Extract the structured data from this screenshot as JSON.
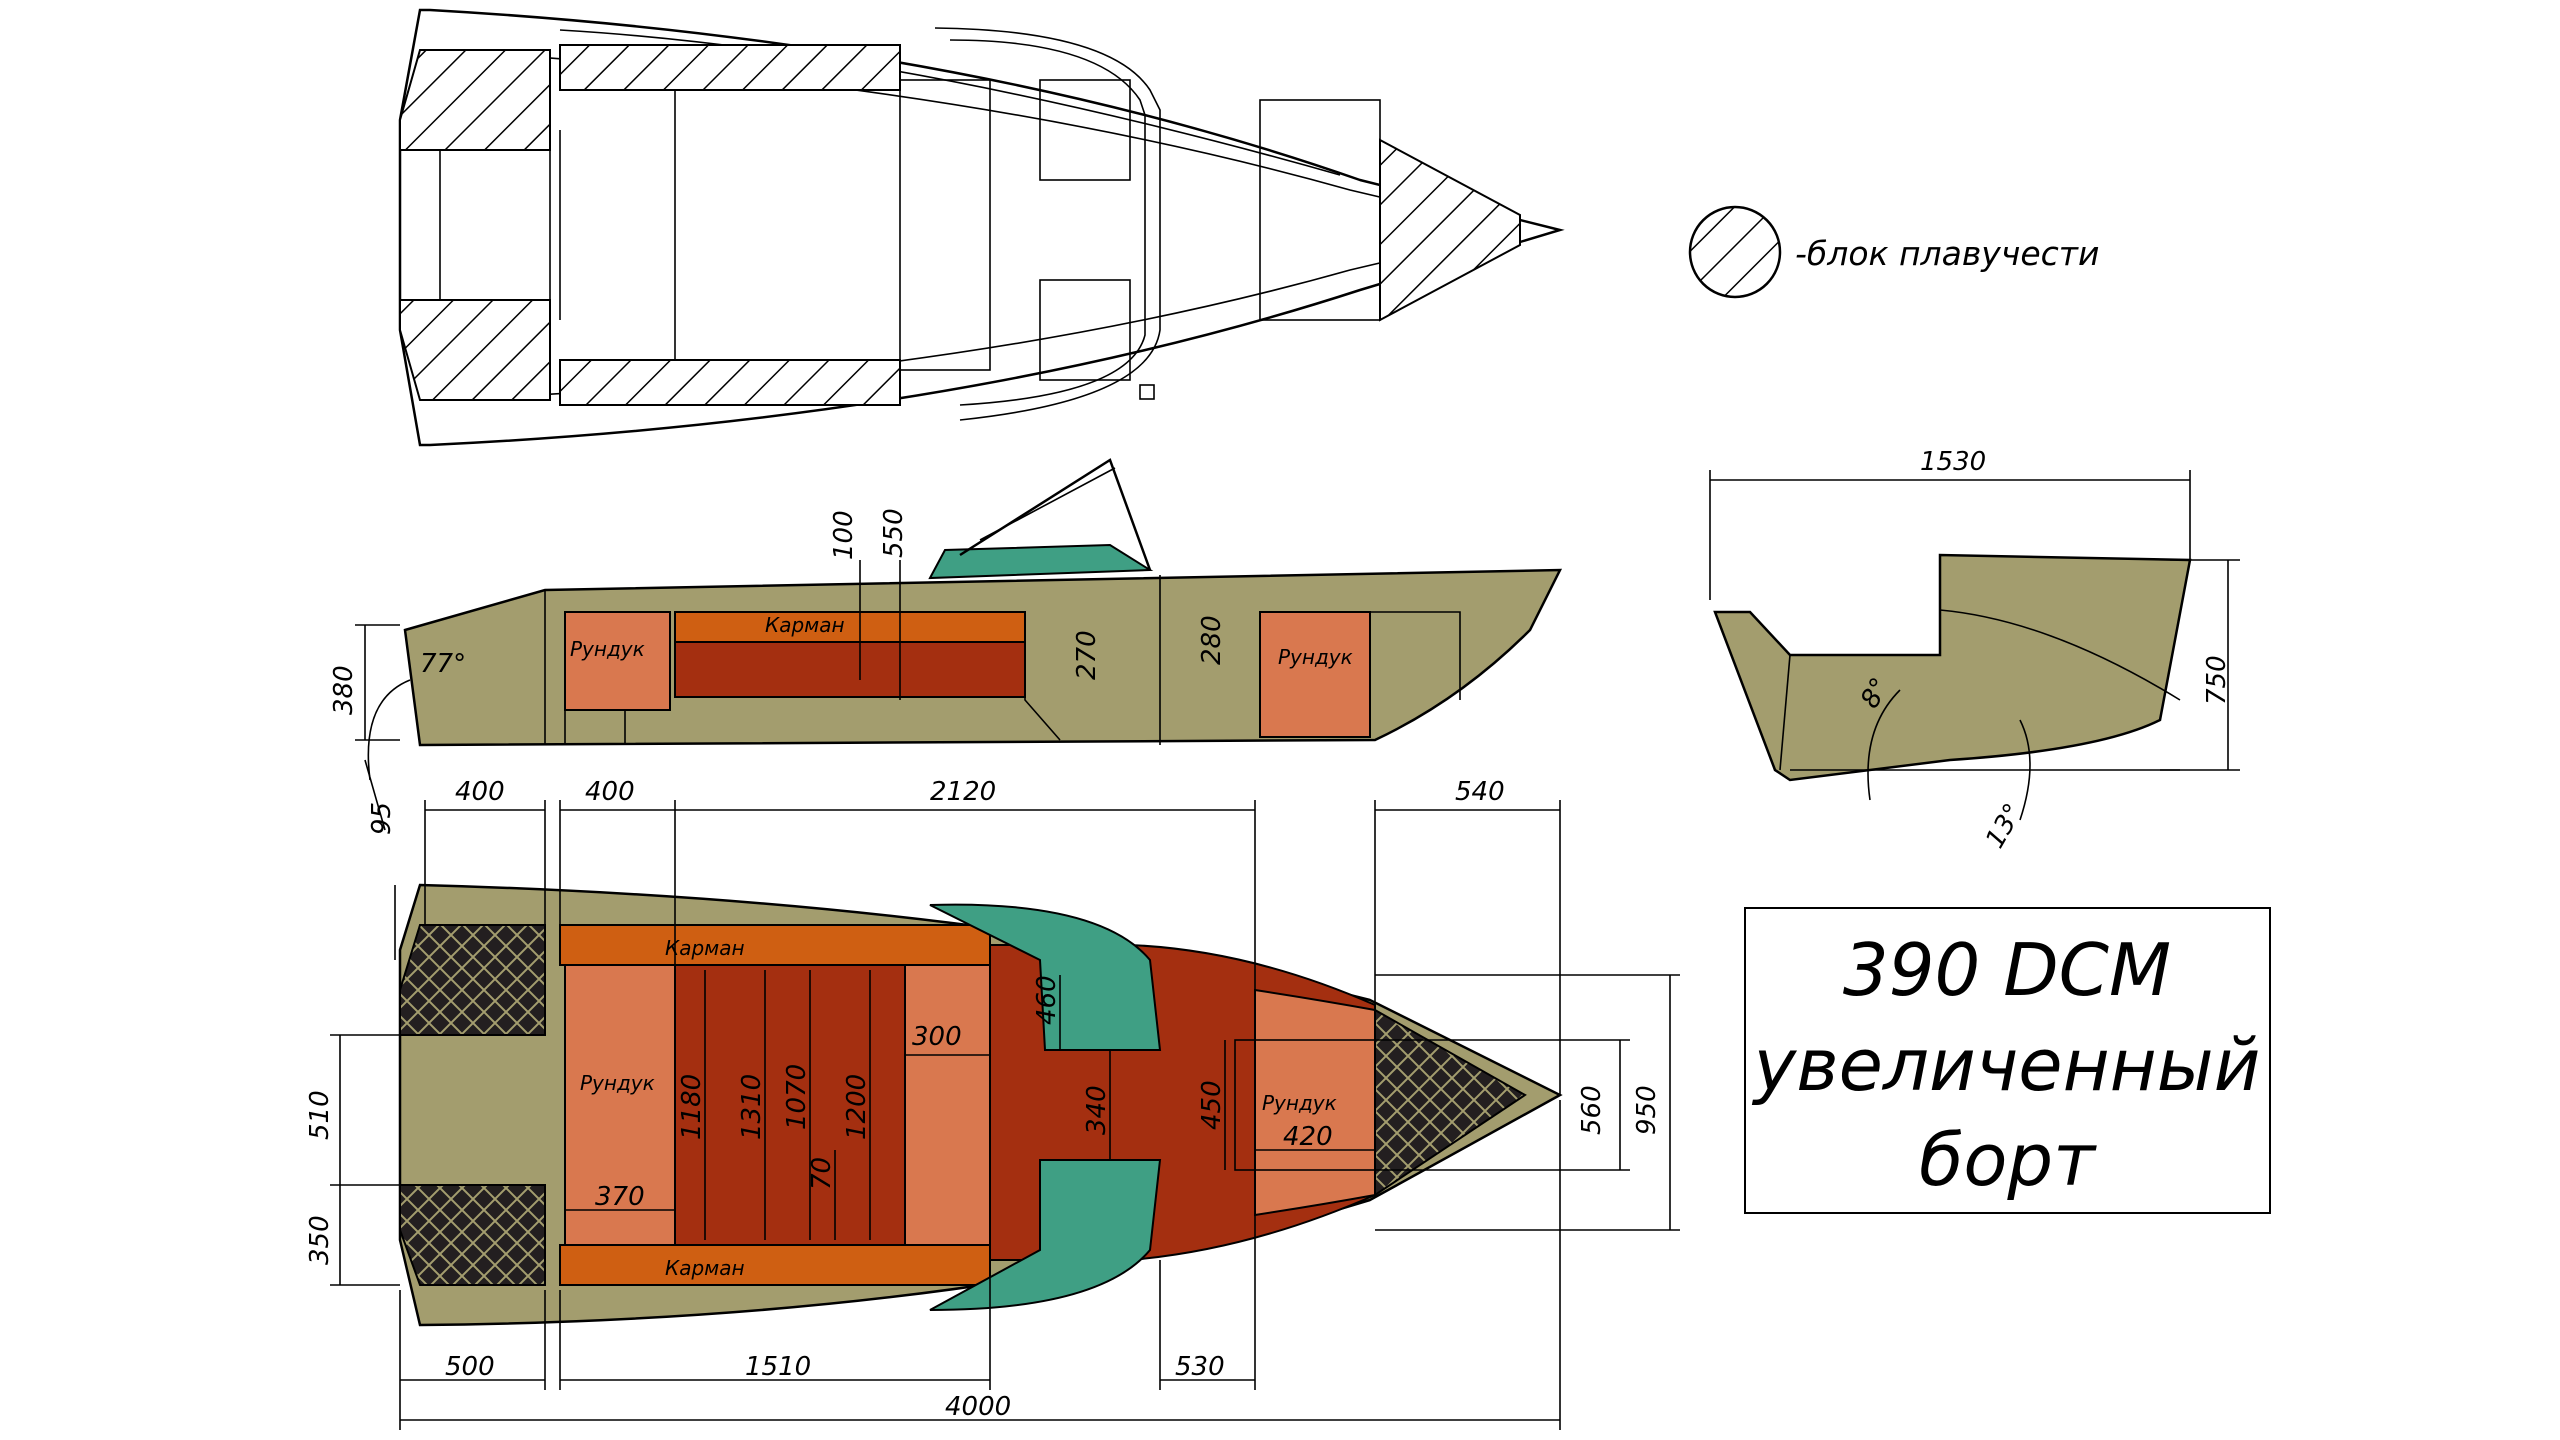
{
  "legend": {
    "label": "-блок плавучести"
  },
  "title_box": {
    "lines": [
      "390 DCM",
      "увеличенный",
      "борт"
    ]
  },
  "colors": {
    "hull": "#a39d6e",
    "storage": "#d9784f",
    "pocket": "#cf5f12",
    "floor": "#a42f10",
    "seat": "#3f9f84",
    "float_hatch": "#231f20"
  },
  "side_view": {
    "dims": [
      "100",
      "550",
      "270",
      "280",
      "380",
      "95"
    ],
    "angle": "77°",
    "labels": {
      "locker_rear": "Рундук",
      "pocket": "Карман",
      "locker_front": "Рундук"
    }
  },
  "section_view": {
    "dims": [
      "1530",
      "750"
    ],
    "angles": [
      "8°",
      "13°"
    ]
  },
  "plan_view": {
    "dims_top": [
      "400",
      "400",
      "2120",
      "540"
    ],
    "dims_bottom": [
      "500",
      "1510",
      "530",
      "4000"
    ],
    "dims_left": [
      "510",
      "350"
    ],
    "dims_inner": [
      "1180",
      "1310",
      "1070",
      "70",
      "1200",
      "300",
      "460",
      "340",
      "450",
      "420",
      "370"
    ],
    "dims_right": [
      "560",
      "950"
    ],
    "labels": {
      "pocket_top": "Карман",
      "pocket_bottom": "Карман",
      "locker_rear": "Рундук",
      "locker_front": "Рундук"
    }
  }
}
